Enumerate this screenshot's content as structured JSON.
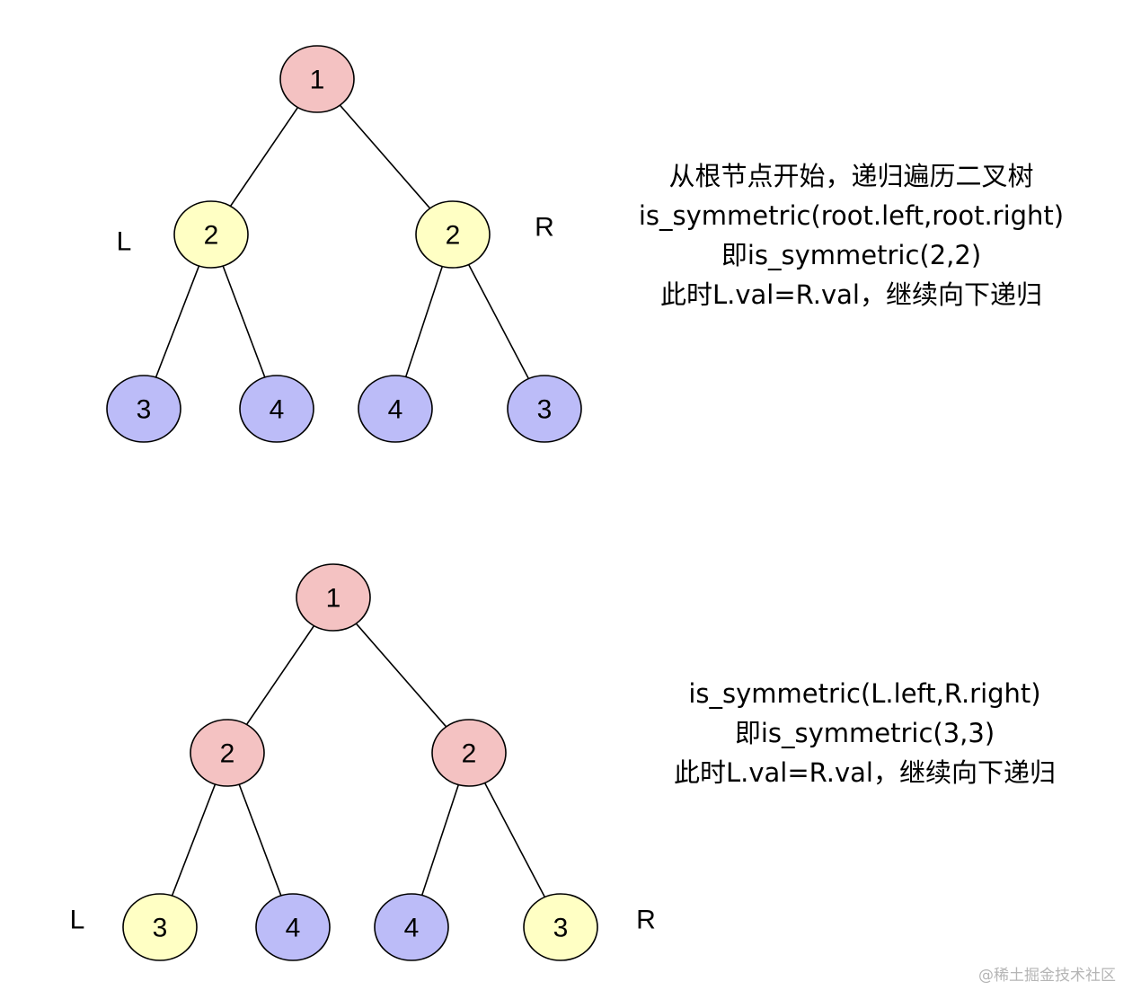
{
  "colors": {
    "red": "#f4c2c2",
    "yellow": "#ffffc4",
    "blue": "#bcbcf8"
  },
  "trees": [
    {
      "nodes": [
        {
          "id": "root",
          "label": "1",
          "color": "red"
        },
        {
          "id": "left",
          "label": "2",
          "color": "yellow"
        },
        {
          "id": "right",
          "label": "2",
          "color": "yellow"
        },
        {
          "id": "left-left",
          "label": "3",
          "color": "blue"
        },
        {
          "id": "left-right",
          "label": "4",
          "color": "blue"
        },
        {
          "id": "right-left",
          "label": "4",
          "color": "blue"
        },
        {
          "id": "right-right",
          "label": "3",
          "color": "blue"
        }
      ],
      "side_labels": {
        "left": "L",
        "right": "R"
      },
      "description": [
        "从根节点开始，递归遍历二叉树",
        "is_symmetric(root.left,root.right)",
        "即is_symmetric(2,2)",
        "此时L.val=R.val，继续向下递归"
      ]
    },
    {
      "nodes": [
        {
          "id": "root",
          "label": "1",
          "color": "red"
        },
        {
          "id": "left",
          "label": "2",
          "color": "red"
        },
        {
          "id": "right",
          "label": "2",
          "color": "red"
        },
        {
          "id": "left-left",
          "label": "3",
          "color": "yellow"
        },
        {
          "id": "left-right",
          "label": "4",
          "color": "blue"
        },
        {
          "id": "right-left",
          "label": "4",
          "color": "blue"
        },
        {
          "id": "right-right",
          "label": "3",
          "color": "yellow"
        }
      ],
      "side_labels": {
        "left": "L",
        "right": "R"
      },
      "description": [
        "is_symmetric(L.left,R.right)",
        "即is_symmetric(3,3)",
        "此时L.val=R.val，继续向下递归"
      ]
    }
  ],
  "watermark": "@稀土掘金技术社区"
}
